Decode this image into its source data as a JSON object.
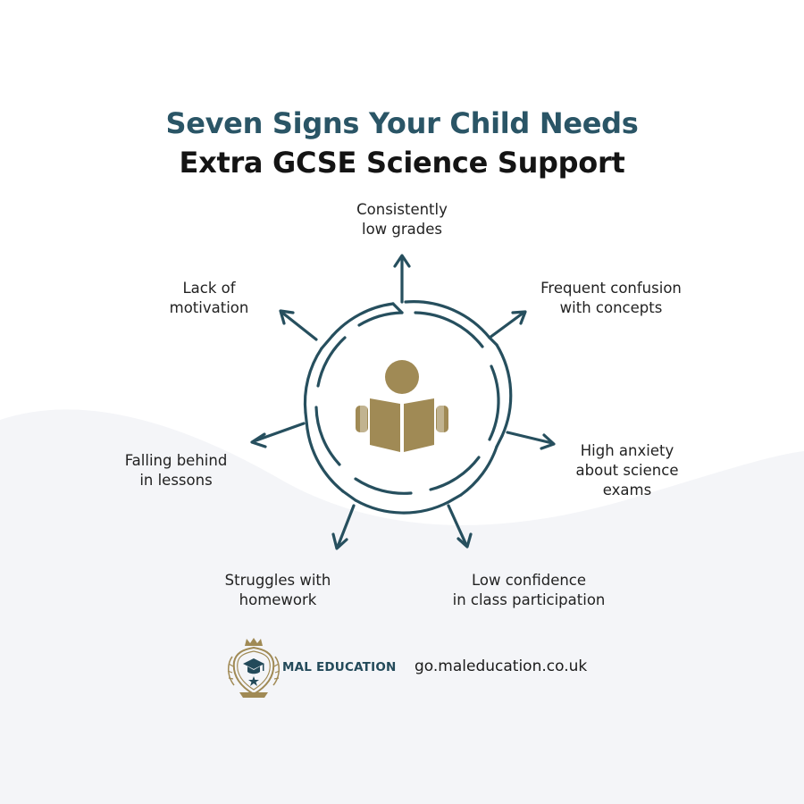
{
  "header": {
    "title_line1": "Seven Signs Your Child Needs",
    "title_line2": "Extra GCSE Science Support"
  },
  "signs": [
    {
      "line1": "Consistently",
      "line2": "low grades"
    },
    {
      "line1": "Frequent confusion",
      "line2": "with concepts"
    },
    {
      "line1": "High anxiety",
      "line2": "about science",
      "line3": "exams"
    },
    {
      "line1": "Low confidence",
      "line2": "in class participation"
    },
    {
      "line1": "Struggles with",
      "line2": "homework"
    },
    {
      "line1": "Falling behind",
      "line2": "in lessons"
    },
    {
      "line1": "Lack of",
      "line2": "motivation"
    }
  ],
  "center_icon": "reading-student-icon",
  "footer": {
    "brand": "MAL EDUCATION",
    "website": "go.maleducation.co.uk",
    "logo_icon": "crest-logo-icon"
  },
  "colors": {
    "title_accent": "#2a5566",
    "ring": "#264f5e",
    "icon_gold": "#a08a55",
    "text": "#1a1a1a"
  }
}
